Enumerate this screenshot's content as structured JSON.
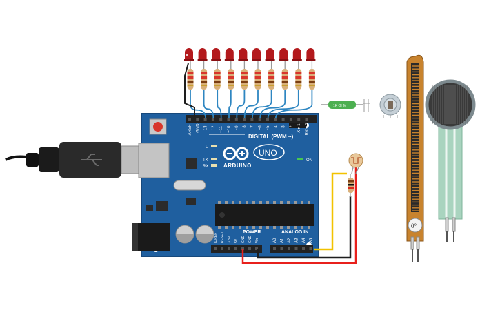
{
  "board": {
    "logo_text": "ARDUINO",
    "model_badge": "UNO",
    "digital_header_label": "DIGITAL (PWM ~)",
    "power_header_label": "POWER",
    "analog_header_label": "ANALOG IN",
    "on_label": "ON",
    "led_l": "L",
    "led_tx": "TX",
    "led_rx": "RX",
    "digital_pins": [
      "AREF",
      "GND",
      "13",
      "12",
      "~11",
      "~10",
      "~9",
      "8",
      "7",
      "~6",
      "~5",
      "4",
      "~3",
      "2",
      "TX►1",
      "RX◄0"
    ],
    "power_pins": [
      "IOREF",
      "RESET",
      "3.3V",
      "5V",
      "GND",
      "GND",
      "Vin"
    ],
    "analog_pins": [
      "A0",
      "A1",
      "A2",
      "A3",
      "A4",
      "A5"
    ]
  },
  "components": {
    "resistor_label": "1K OHM",
    "flex_angle": "0°",
    "led_count": 10
  },
  "colors": {
    "board": "#1f5f9f",
    "board_dark": "#17497c",
    "led_red": "#b3191c",
    "wire_blue": "#2e86c1",
    "wire_red": "#e8201c",
    "wire_yellow": "#f2c200",
    "wire_black": "#1e1e1e",
    "flex_body": "#c8832e"
  }
}
